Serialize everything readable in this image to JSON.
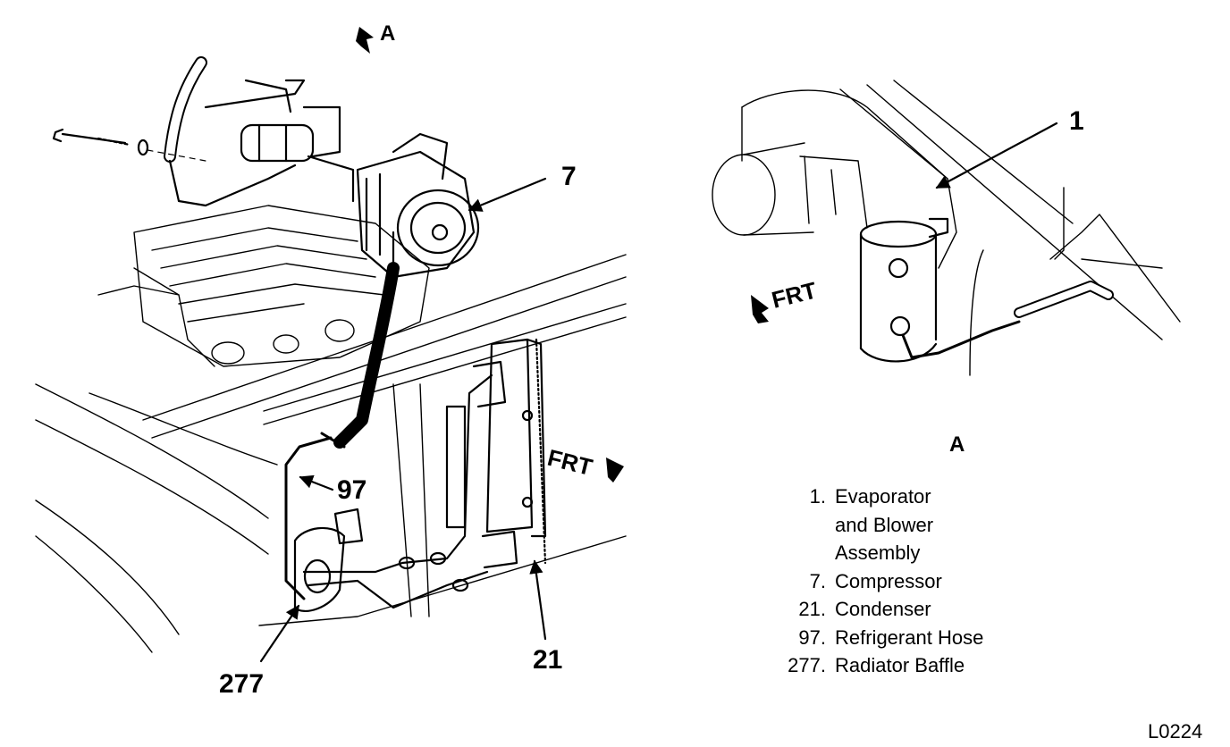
{
  "diagram": {
    "callouts": {
      "evaporator": "1",
      "compressor": "7",
      "condenser": "21",
      "hose": "97",
      "baffle": "277"
    },
    "view_marker": "A",
    "view_title": "A",
    "frt_labels": {
      "main": "FRT",
      "inset": "FRT"
    }
  },
  "legend": [
    {
      "num": "1.",
      "text": "Evaporator\nand Blower\nAssembly"
    },
    {
      "num": "7.",
      "text": "Compressor"
    },
    {
      "num": "21.",
      "text": "Condenser"
    },
    {
      "num": "97.",
      "text": "Refrigerant Hose"
    },
    {
      "num": "277.",
      "text": "Radiator Baffle"
    }
  ],
  "reference_code": "L0224"
}
